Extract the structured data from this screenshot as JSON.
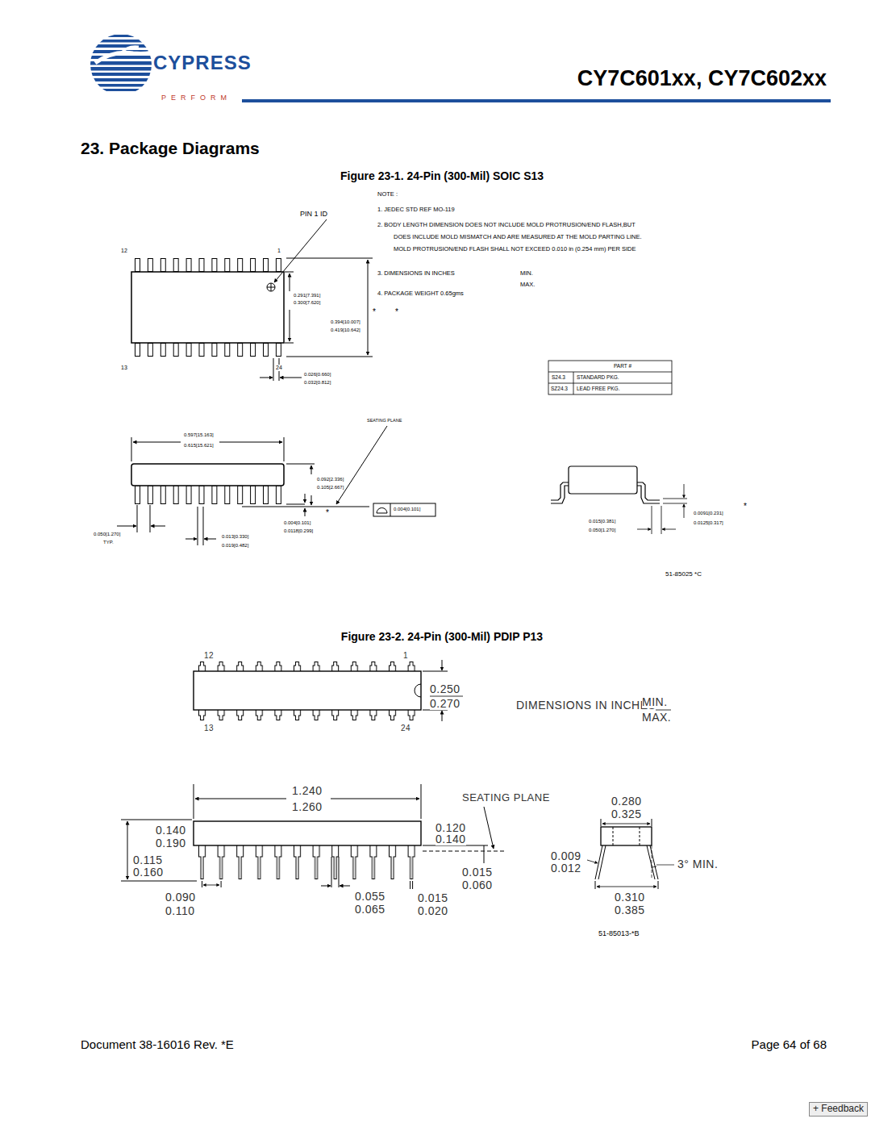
{
  "diagram": {
    "title": "23. Package Diagrams",
    "labels": [
      "CY7C601xx, CY7C602xx",
      "CYPRESS",
      "PERFORM",
      "Figure 23-1. 24-Pin (300-Mil) SOIC S13",
      "NOTE :",
      "1. JEDEC STD REF MO-119",
      "2. BODY LENGTH DIMENSION DOES NOT INCLUDE MOLD PROTRUSION/END FLASH,BUT",
      "DOES INCLUDE MOLD MISMATCH AND ARE MEASURED AT THE MOLD PARTING LINE.",
      "MOLD PROTRUSION/END FLASH SHALL NOT EXCEED 0.010 in (0.254 mm) PER SIDE",
      "3. DIMENSIONS IN INCHES",
      "MIN.",
      "MAX.",
      "4. PACKAGE WEIGHT 0.65gms",
      "*",
      "PIN 1 ID",
      "12",
      "1",
      "13",
      "24",
      "0.291[7.391]",
      "0.300[7.620]",
      "0.394[10.007]",
      "0.419[10.642]",
      "*",
      "0.026[0.660]",
      "0.032[0.812]",
      "PART #",
      "S24.3",
      "STANDARD PKG.",
      "SZ24.3",
      "LEAD FREE PKG.",
      "SEATING PLANE",
      "0.597[15.163]",
      "0.615[15.621]",
      "0.092[2.336]",
      "0.105[2.667]",
      "*",
      "0.004[0.101]",
      "0.0118[0.299]",
      "0.004[0.101]",
      "0.050[1.270]",
      "TYP.",
      "0.013[0.330]",
      "0.019[0.482]",
      "0.015[0.381]",
      "0.050[1.270]",
      "*",
      "0.0091[0.231]",
      "0.0125[0.317]",
      "51-85025 *C",
      "Figure 23-2. 24-Pin (300-Mil) PDIP P13",
      "12",
      "1",
      "13",
      "24",
      "0.250",
      "0.270",
      "DIMENSIONS IN INCHES",
      "MIN.",
      "MAX.",
      "1.240",
      "1.260",
      "SEATING PLANE",
      "0.280",
      "0.325",
      "0.140",
      "0.190",
      "0.120",
      "0.140",
      "0.115",
      "0.160",
      "0.009",
      "0.012",
      "3° MIN.",
      "0.015",
      "0.060",
      "0.090",
      "0.110",
      "0.055",
      "0.065",
      "0.015",
      "0.020",
      "0.310",
      "0.385",
      "51-85013-*B",
      "Document 38-16016 Rev. *E",
      "Page 64 of 68",
      "+ Feedback"
    ]
  }
}
